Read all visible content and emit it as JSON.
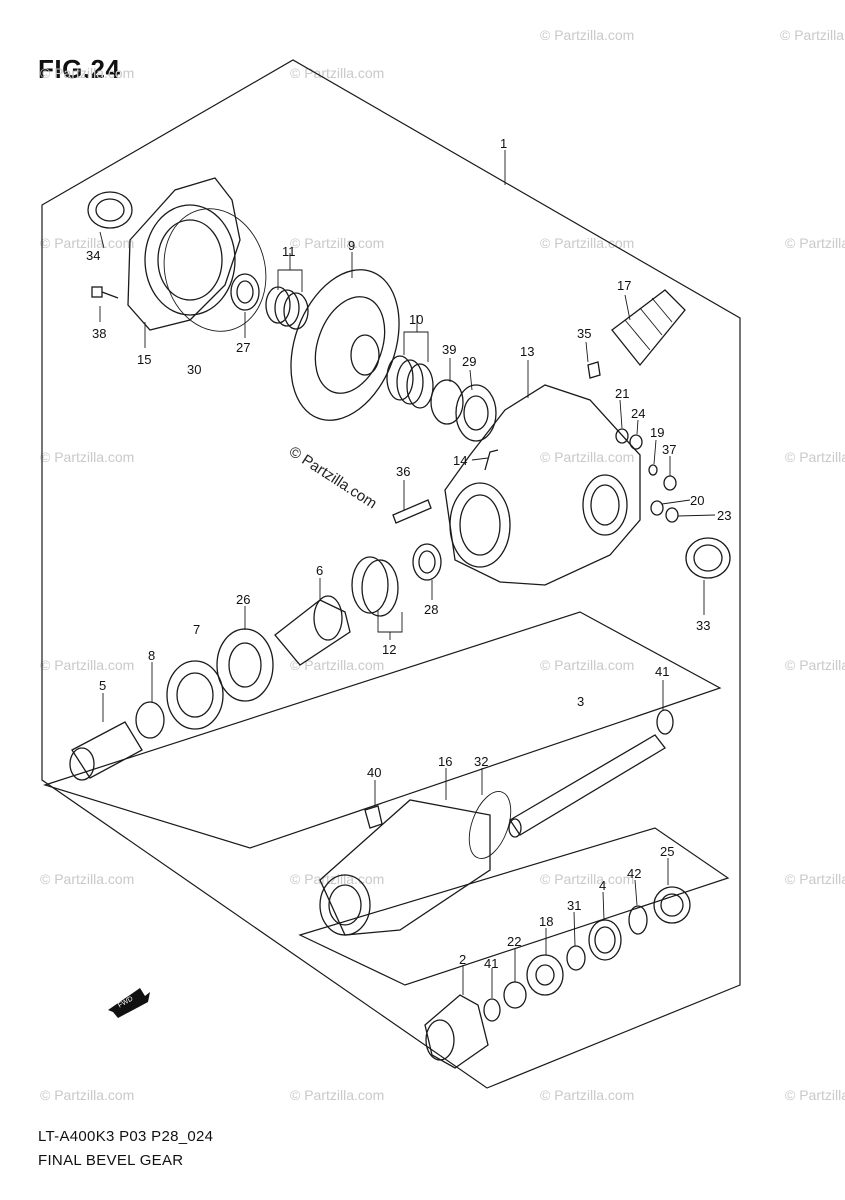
{
  "figure": {
    "title": "FIG.24",
    "model_code": "LT-A400K3 P03 P28_024",
    "caption": "FINAL BEVEL GEAR"
  },
  "watermark": {
    "main": "© Partzilla.com",
    "repeat": "© Partzilla.com"
  },
  "callouts": {
    "c1": "1",
    "c2": "2",
    "c3": "3",
    "c4": "4",
    "c5": "5",
    "c6": "6",
    "c7": "7",
    "c8": "8",
    "c9": "9",
    "c10": "10",
    "c11": "11",
    "c12": "12",
    "c13": "13",
    "c14": "14",
    "c15": "15",
    "c16": "16",
    "c17": "17",
    "c18": "18",
    "c19": "19",
    "c20": "20",
    "c21": "21",
    "c22": "22",
    "c23": "23",
    "c24": "24",
    "c25": "25",
    "c26": "26",
    "c27": "27",
    "c28": "28",
    "c29": "29",
    "c30": "30",
    "c31": "31",
    "c32": "32",
    "c33": "33",
    "c34": "34",
    "c35": "35",
    "c36": "36",
    "c37": "37",
    "c38": "38",
    "c39": "39",
    "c40": "40",
    "c41a": "41",
    "c41b": "41",
    "c42": "42"
  },
  "fwd_label": "FWD"
}
